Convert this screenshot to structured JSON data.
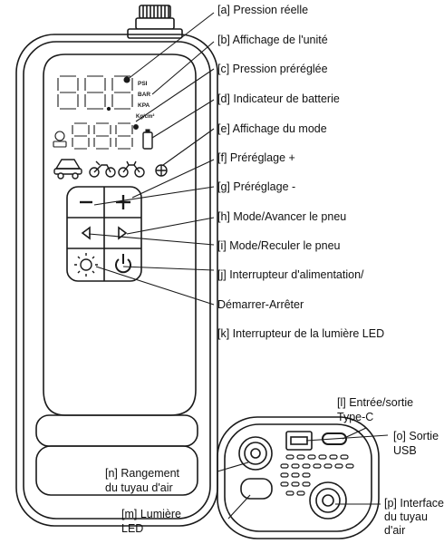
{
  "display": {
    "units": [
      "PSI",
      "BAR",
      "KPA",
      "Kg/cm²"
    ]
  },
  "labels": {
    "a": "[a] Pression réelle",
    "b": "[b] Affichage de l'unité",
    "c": "[c] Pression préréglée",
    "d": "[d] Indicateur de batterie",
    "e": "[e] Affichage du mode",
    "f": "[f] Préréglage +",
    "g": "[g] Préréglage -",
    "h": "[h] Mode/Avancer le pneu",
    "i": "[i] Mode/Reculer le pneu",
    "j1": "[j] Interrupteur d'alimentation/",
    "j2": "Démarrer-Arrêter",
    "k": "[k] Interrupteur de la lumière LED",
    "l1": "[l] Entrée/sortie",
    "l2": "Type-C",
    "o1": "[o] Sortie",
    "o2": "USB",
    "n1": "[n] Rangement",
    "n2": "du tuyau d'air",
    "m1": "[m] Lumière",
    "m2": "LED",
    "p1": "[p] Interface",
    "p2": "du tuyau",
    "p3": "d'air"
  },
  "colors": {
    "line": "#1a1a1a",
    "segment_off": "#9a9a9a"
  }
}
